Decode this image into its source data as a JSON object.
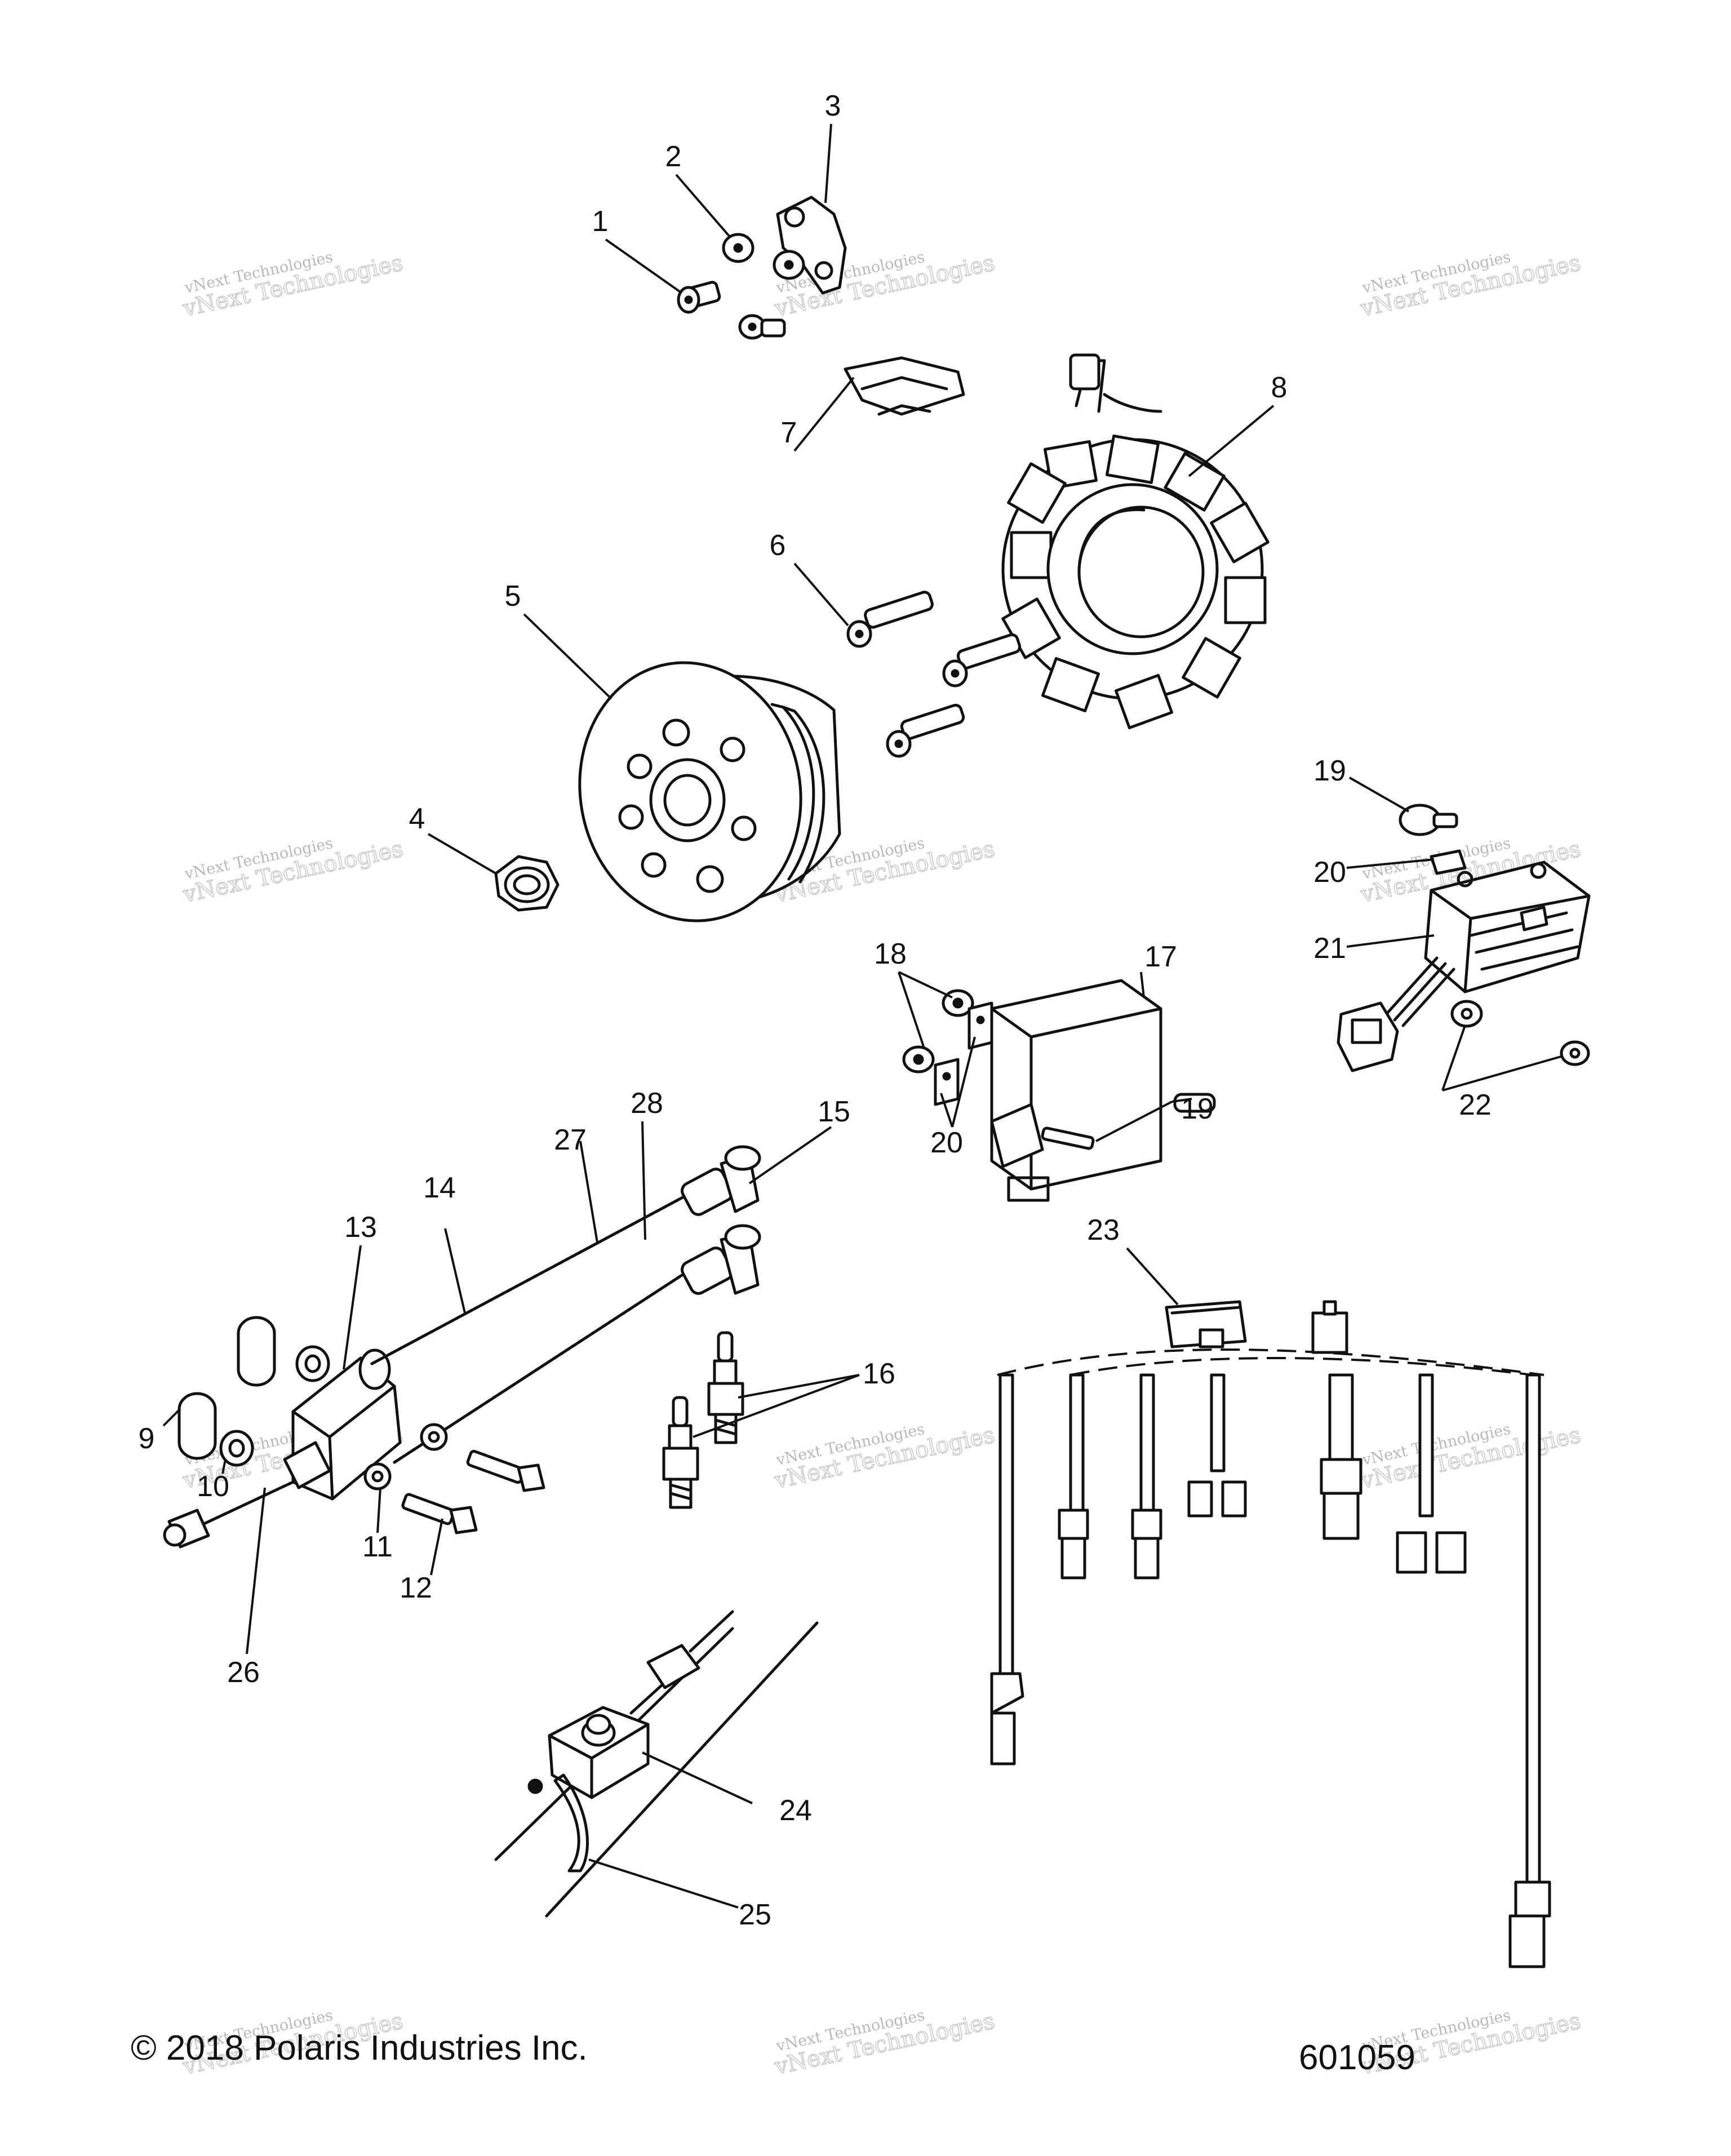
{
  "diagram": {
    "callouts": [
      "1",
      "2",
      "3",
      "4",
      "5",
      "6",
      "7",
      "8",
      "9",
      "10",
      "11",
      "12",
      "13",
      "14",
      "15",
      "16",
      "17",
      "18",
      "19",
      "20",
      "21",
      "22",
      "23",
      "24",
      "25",
      "26",
      "27",
      "28"
    ],
    "copyright": "© 2018 Polaris Industries Inc.",
    "drawing_number": "601059",
    "watermark": {
      "line1": "vNext Technologies",
      "line2": "vNext Technologies"
    }
  }
}
